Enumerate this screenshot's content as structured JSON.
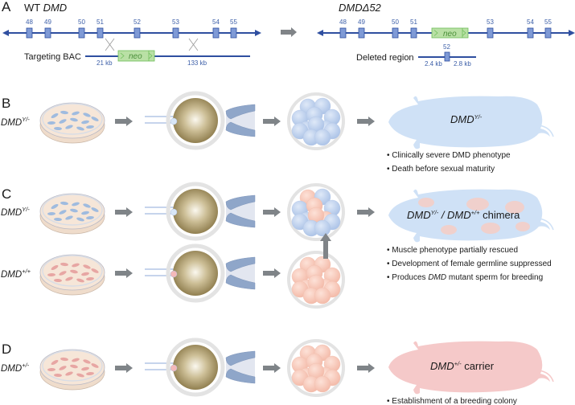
{
  "panel_a": {
    "letter": "A",
    "wt_title_prefix": "WT ",
    "wt_title_gene": "DMD",
    "mut_title": "DMDΔ52",
    "wt_exons": [
      "48",
      "49",
      "50",
      "51",
      "52",
      "53",
      "54",
      "55"
    ],
    "mut_exons": [
      "48",
      "49",
      "50",
      "51",
      "53",
      "54",
      "55"
    ],
    "neo_label": "neo",
    "targeting_label": "Targeting BAC",
    "kb_left": "21 kb",
    "kb_right": "133 kb",
    "deleted_label": "Deleted region",
    "deleted_exon": "52",
    "deleted_kb_left": "2.4 kb",
    "deleted_kb_right": "2.8 kb"
  },
  "panel_b": {
    "letter": "B",
    "genotype_base": "DMD",
    "genotype_sup": "Y/-",
    "animal_label_base": "DMD",
    "animal_label_sup": "Y/-",
    "bullets": [
      "• Clinically severe DMD phenotype",
      "• Death before sexual maturity"
    ]
  },
  "panel_c": {
    "letter": "C",
    "genotype1_base": "DMD",
    "genotype1_sup": "Y/-",
    "genotype2_base": "DMD",
    "genotype2_sup": "+/+",
    "animal_label_1_base": "DMD",
    "animal_label_1_sup": "Y/-",
    "animal_label_sep": " / ",
    "animal_label_2_base": "DMD",
    "animal_label_2_sup": "+/+",
    "animal_label_suffix": " chimera",
    "bullets": [
      "• Muscle phenotype partially rescued",
      "• Development of female germline suppressed"
    ],
    "bullet3_prefix": "• Produces ",
    "bullet3_italic": "DMD",
    "bullet3_suffix": " mutant sperm for breeding"
  },
  "panel_d": {
    "letter": "D",
    "genotype_base": "DMD",
    "genotype_sup": "+/-",
    "animal_label_base": "DMD",
    "animal_label_sup": "+/-",
    "animal_label_suffix": " carrier",
    "bullets": [
      "• Establishment of a breeding colony"
    ]
  },
  "colors": {
    "gene_line": "#2f4fa0",
    "exon_fill": "#7f9ad6",
    "neo_fill": "#b9e0a5",
    "neo_stroke": "#6fbf5a",
    "arrow": "#7f8488",
    "blue_cell": "#c3d5ef",
    "pink_cell": "#f7cdbf",
    "mouse_blue": "#cfe1f6",
    "mouse_pink": "#f5c9c9",
    "dish_fill": "#f6e6d8",
    "oocyte": "#9c8b5e",
    "zona": "#e3e3e3"
  }
}
